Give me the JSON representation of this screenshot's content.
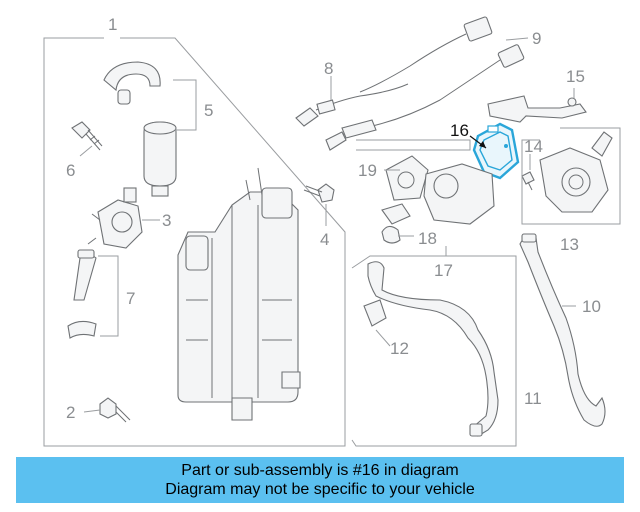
{
  "callouts": [
    "1",
    "2",
    "3",
    "4",
    "5",
    "6",
    "7",
    "8",
    "9",
    "10",
    "11",
    "12",
    "13",
    "14",
    "15",
    "16",
    "17",
    "18",
    "19"
  ],
  "highlight": {
    "number": "16",
    "color": "#2aa6d9"
  },
  "banner": {
    "line1": "Part or sub-assembly is #16 in diagram",
    "line2": "Diagram may not be specific to your vehicle",
    "color": "#5bc0f0"
  }
}
